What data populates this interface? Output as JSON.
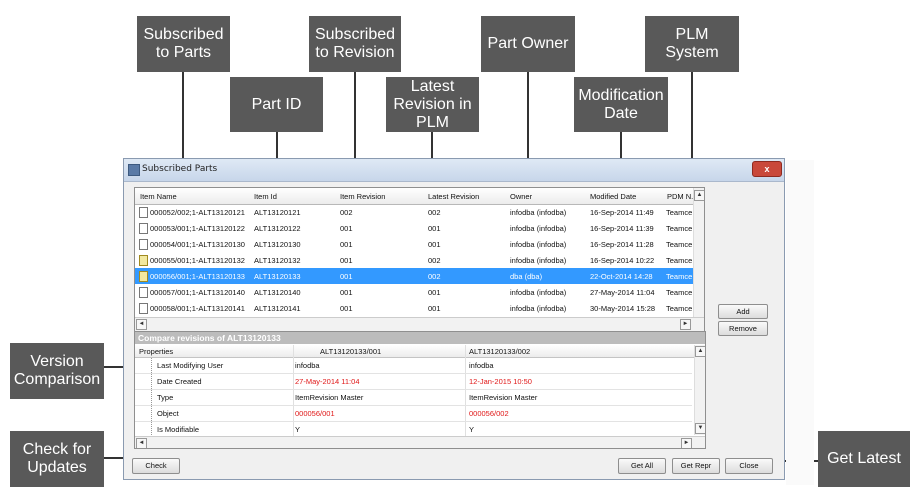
{
  "callouts": {
    "subscribed_parts": "Subscribed\nto Parts",
    "part_id": "Part ID",
    "subscribed_revision": "Subscribed\nto Revision",
    "latest_revision": "Latest\nRevision in\nPLM",
    "part_owner": "Part Owner",
    "modification_date": "Modification\nDate",
    "plm_system": "PLM System",
    "version_comparison": "Version\nComparison",
    "check_updates": "Check for\nUpdates",
    "get_latest": "Get Latest"
  },
  "dialog": {
    "title": "Subscribed Parts",
    "close_glyph": "x"
  },
  "grid": {
    "columns": [
      "Item Name",
      "Item Id",
      "Item Revision",
      "Latest Revision",
      "Owner",
      "Modified Date",
      "PDM N..."
    ],
    "rows": [
      {
        "name": "000052/002;1-ALT13120121",
        "id": "ALT13120121",
        "rev": "002",
        "latest": "002",
        "owner": "infodba (infodba)",
        "date": "16-Sep-2014 11:49",
        "pdm": "Teamce"
      },
      {
        "name": "000053/001;1-ALT13120122",
        "id": "ALT13120122",
        "rev": "001",
        "latest": "001",
        "owner": "infodba (infodba)",
        "date": "16-Sep-2014 11:39",
        "pdm": "Teamce"
      },
      {
        "name": "000054/001;1-ALT13120130",
        "id": "ALT13120130",
        "rev": "001",
        "latest": "001",
        "owner": "infodba (infodba)",
        "date": "16-Sep-2014 11:28",
        "pdm": "Teamce"
      },
      {
        "name": "000055/001;1-ALT13120132",
        "id": "ALT13120132",
        "rev": "001",
        "latest": "002",
        "owner": "infodba (infodba)",
        "date": "16-Sep-2014 10:22",
        "pdm": "Teamce"
      },
      {
        "name": "000056/001;1-ALT13120133",
        "id": "ALT13120133",
        "rev": "001",
        "latest": "002",
        "owner": "dba (dba)",
        "date": "22-Oct-2014 14:28",
        "pdm": "Teamce"
      },
      {
        "name": "000057/001;1-ALT13120140",
        "id": "ALT13120140",
        "rev": "001",
        "latest": "001",
        "owner": "infodba (infodba)",
        "date": "27-May-2014 11:04",
        "pdm": "Teamce"
      },
      {
        "name": "000058/001;1-ALT13120141",
        "id": "ALT13120141",
        "rev": "001",
        "latest": "001",
        "owner": "infodba (infodba)",
        "date": "30-May-2014 15:28",
        "pdm": "Teamce"
      }
    ]
  },
  "side_buttons": {
    "add": "Add",
    "remove": "Remove"
  },
  "compare": {
    "title": "Compare revisions of ALT13120133",
    "headers": [
      "Properties",
      "ALT13120133/001",
      "ALT13120133/002"
    ],
    "rows": [
      {
        "prop": "Last Modifying User",
        "a": "infodba",
        "b": "infodba",
        "red": false
      },
      {
        "prop": "Date Created",
        "a": "27-May-2014 11:04",
        "b": "12-Jan-2015 10:50",
        "red": true
      },
      {
        "prop": "Type",
        "a": "ItemRevision Master",
        "b": "ItemRevision Master",
        "red": false
      },
      {
        "prop": "Object",
        "a": "000056/001",
        "b": "000056/002",
        "red": true
      },
      {
        "prop": "Is Modifiable",
        "a": "Y",
        "b": "Y",
        "red": false
      }
    ]
  },
  "buttons": {
    "check": "Check",
    "get_all": "Get All",
    "get_repr": "Get Repr",
    "close": "Close"
  },
  "colors": {
    "selection": "#3399ff",
    "callout": "#595959",
    "diff_red": "#e01818"
  }
}
